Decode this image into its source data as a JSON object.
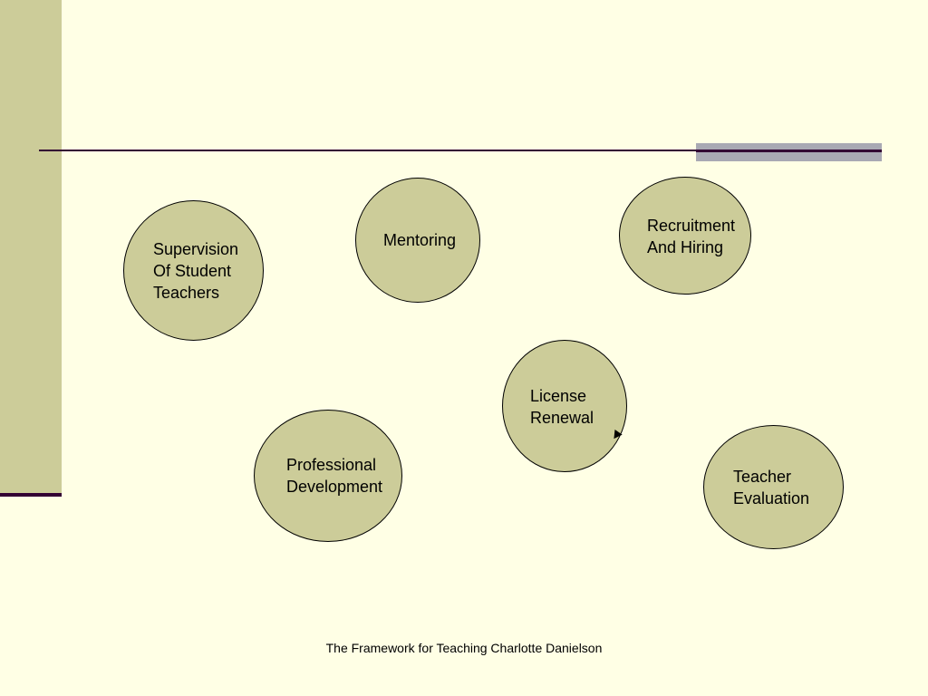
{
  "colors": {
    "background": "#FFFFE5",
    "sidebar": "#CCCC99",
    "rule": "#330033",
    "accent": "#A9A9B3",
    "node_fill": "#CCCC99",
    "node_border": "#000000"
  },
  "nodes": {
    "supervision": {
      "line1": "Supervision",
      "line2": "Of Student",
      "line3": "Teachers"
    },
    "mentoring": {
      "line1": "Mentoring"
    },
    "recruitment": {
      "line1": "Recruitment",
      "line2": "And Hiring"
    },
    "license": {
      "line1": "License",
      "line2": "Renewal"
    },
    "professional": {
      "line1": "Professional",
      "line2": "Development"
    },
    "evaluation": {
      "line1": "Teacher",
      "line2": "Evaluation"
    }
  },
  "footer": {
    "text": "The Framework for Teaching Charlotte Danielson"
  }
}
